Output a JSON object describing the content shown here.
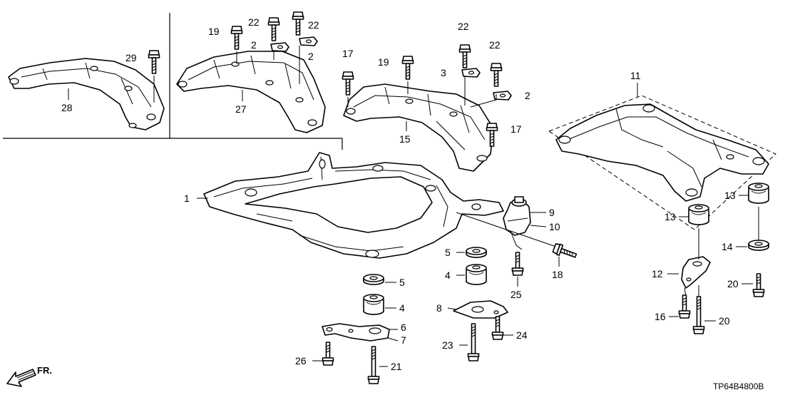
{
  "diagram_code": "TP64B4800B",
  "direction_label": "FR.",
  "callouts": {
    "c1": "1",
    "c2a": "2",
    "c2b": "2",
    "c2c": "2",
    "c3": "3",
    "c4a": "4",
    "c4b": "4",
    "c5a": "5",
    "c5b": "5",
    "c6": "6",
    "c7": "7",
    "c8": "8",
    "c9": "9",
    "c10": "10",
    "c11": "11",
    "c12": "12",
    "c13a": "13",
    "c13b": "13",
    "c14": "14",
    "c15": "15",
    "c16": "16",
    "c17a": "17",
    "c17b": "17",
    "c18": "18",
    "c19a": "19",
    "c19b": "19",
    "c20a": "20",
    "c20b": "20",
    "c21": "21",
    "c22a": "22",
    "c22b": "22",
    "c22c": "22",
    "c22d": "22",
    "c23": "23",
    "c24": "24",
    "c25": "25",
    "c26": "26",
    "c27": "27",
    "c28": "28",
    "c29": "29"
  },
  "icons": {
    "direction": "front-direction-arrow-icon"
  }
}
